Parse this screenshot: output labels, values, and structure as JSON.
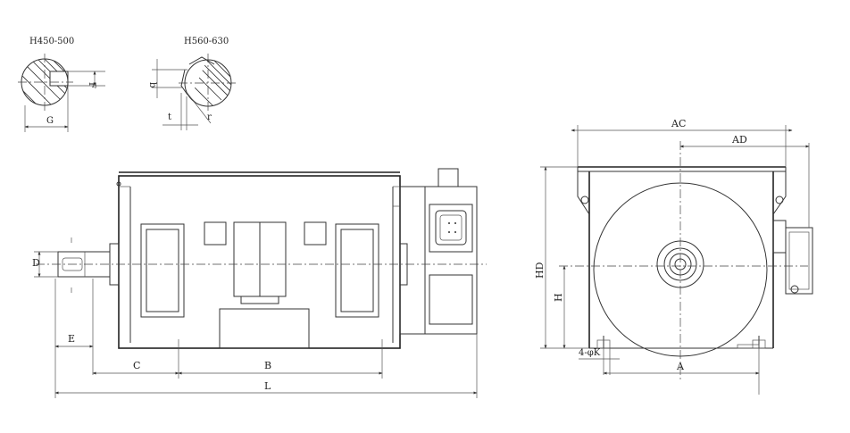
{
  "sections": {
    "left_title": "H450-500",
    "right_title": "H560-630",
    "labels": {
      "F": "F",
      "G": "G",
      "b": "b",
      "t": "t",
      "r": "r"
    }
  },
  "side_view": {
    "labels": {
      "D": "D",
      "E": "E",
      "C": "C",
      "B": "B",
      "L": "L"
    }
  },
  "end_view": {
    "labels": {
      "AC": "AC",
      "AD": "AD",
      "HD": "HD",
      "H": "H",
      "A": "A",
      "K": "4-φK"
    }
  }
}
